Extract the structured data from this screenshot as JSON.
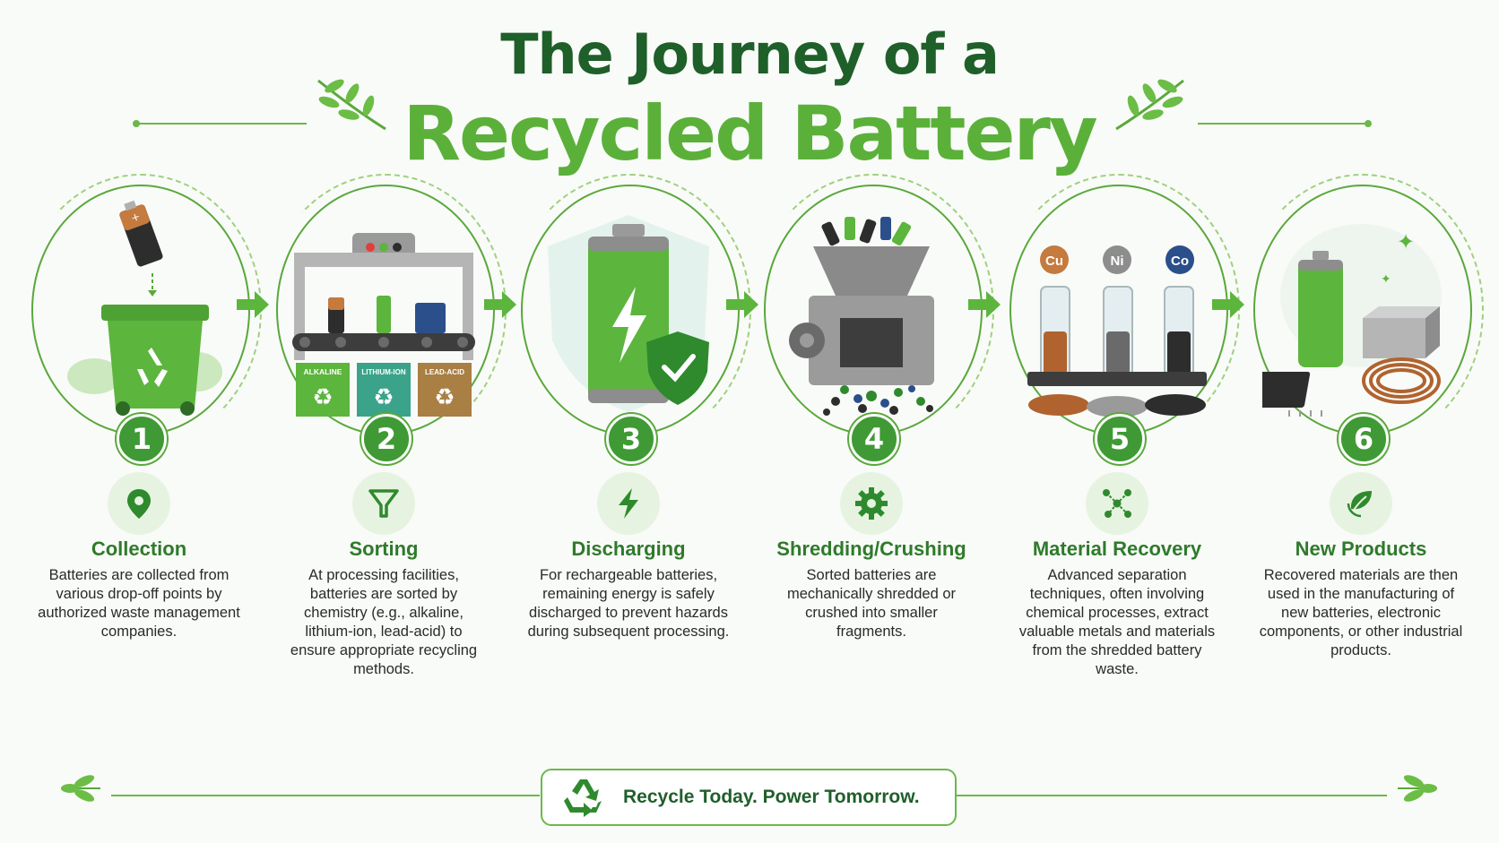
{
  "title": {
    "line1": "The Journey of a",
    "line2": "Recycled Battery"
  },
  "colors": {
    "dark_green": "#1f5f2a",
    "bright_green": "#5bb03a",
    "accent": "#3f9a35"
  },
  "steps": [
    {
      "number": "1",
      "title": "Collection",
      "icon": "location-pin-icon",
      "description": "Batteries are collected from various drop-off points by authorized waste management companies."
    },
    {
      "number": "2",
      "title": "Sorting",
      "icon": "filter-icon",
      "description": "At processing facilities, batteries are sorted by chemistry (e.g., alkaline, lithium-ion, lead-acid) to ensure appropriate recycling methods.",
      "bins": [
        "ALKALINE",
        "LITHIUM-ION",
        "LEAD-ACID"
      ]
    },
    {
      "number": "3",
      "title": "Discharging",
      "icon": "lightning-bolt-icon",
      "description": "For rechargeable batteries, remaining energy is safely discharged to prevent hazards during subsequent processing."
    },
    {
      "number": "4",
      "title": "Shredding/Crushing",
      "icon": "gear-icon",
      "description": "Sorted batteries are mechanically shredded or crushed into smaller fragments."
    },
    {
      "number": "5",
      "title": "Material Recovery",
      "icon": "molecule-network-icon",
      "description": "Advanced separation techniques, often involving chemical processes, extract valuable metals and materials from the shredded battery waste.",
      "metals": [
        "Cu",
        "Ni",
        "Co"
      ]
    },
    {
      "number": "6",
      "title": "New Products",
      "icon": "eco-leaf-icon",
      "description": "Recovered materials are then used in the manufacturing of new batteries, electronic components, or other industrial products."
    }
  ],
  "footer": {
    "text": "Recycle Today. Power Tomorrow.",
    "icon": "recycle-icon"
  }
}
